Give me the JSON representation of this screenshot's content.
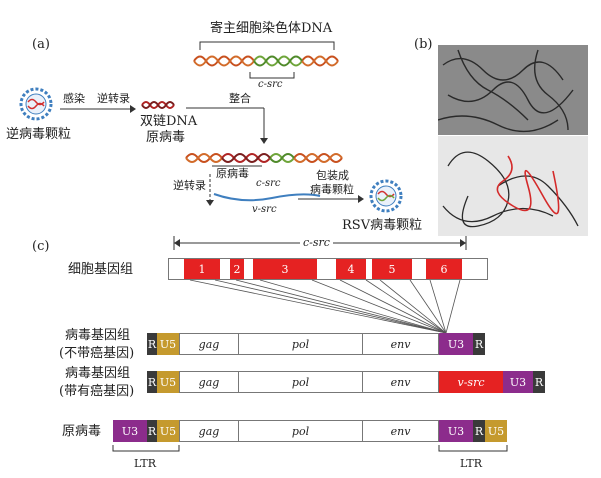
{
  "panel_a": {
    "label": "(a)",
    "host_dna_title": "寄主细胞染色体DNA",
    "c_src": "c-src",
    "infect": "感染",
    "reverse_transcribe": "逆转录",
    "double_strand_line1": "双链DNA",
    "double_strand_line2": "原病毒",
    "integrate": "整合",
    "retrovirus_particle": "逆病毒颗粒",
    "provirus": "原病毒",
    "c_src_2": "c-src",
    "reverse_transcribe_2": "逆转录",
    "v_src": "v-src",
    "package_line1": "包装成",
    "package_line2": "病毒颗粒",
    "rsv_particle": "RSV病毒颗粒"
  },
  "panel_b": {
    "label": "(b)"
  },
  "panel_c": {
    "label": "(c)",
    "c_src_span": "c-src",
    "cell_genome": "细胞基因组",
    "exons": [
      "1",
      "2",
      "3",
      "4",
      "5",
      "6"
    ],
    "row1_label_line1": "病毒基因组",
    "row1_label_line2": "(不带癌基因)",
    "row2_label_line1": "病毒基因组",
    "row2_label_line2": "(带有癌基因)",
    "row3_label": "原病毒",
    "R": "R",
    "U5": "U5",
    "U3": "U3",
    "gag": "gag",
    "pol": "pol",
    "env": "env",
    "v_src": "v-src",
    "LTR": "LTR"
  },
  "colors": {
    "red": "#e52222",
    "purple": "#8c2c8c",
    "gold": "#c59a2e",
    "dark": "#3a3a3a",
    "green": "#6ea53a",
    "blue": "#3f7fbf"
  }
}
